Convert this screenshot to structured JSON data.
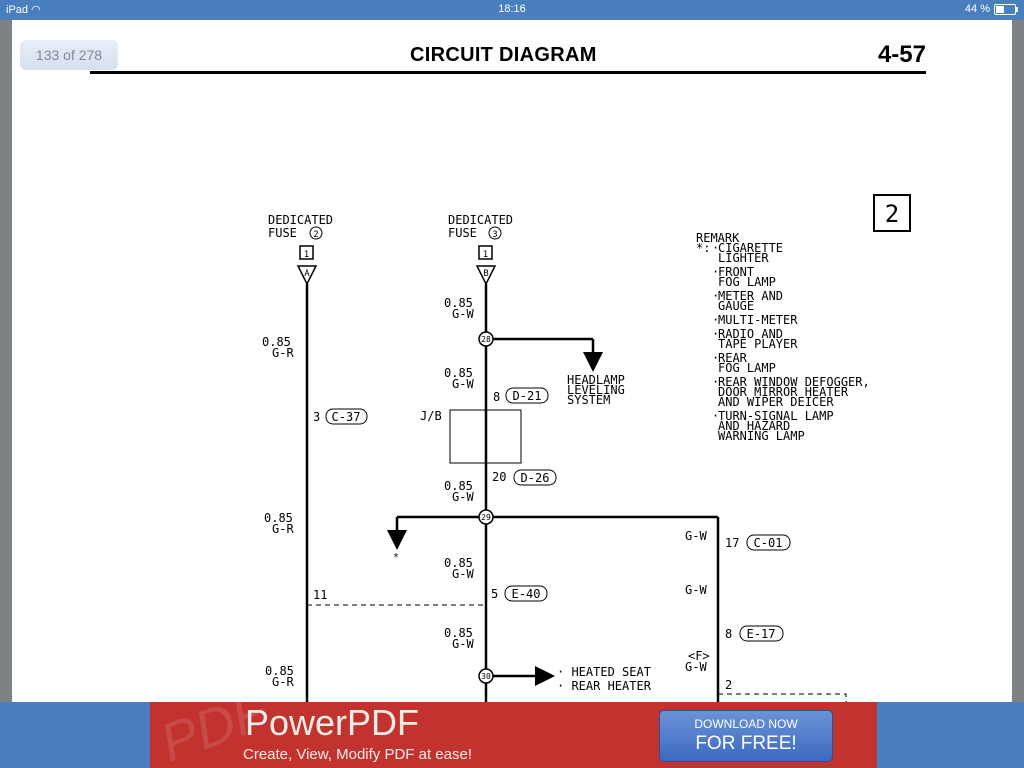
{
  "status_bar": {
    "device": "iPad",
    "time": "18:16",
    "battery": "44 %",
    "battery_level": 0.44
  },
  "viewer": {
    "page_indicator": "133 of 278"
  },
  "document": {
    "title": "CIRCUIT DIAGRAM",
    "page_number": "4-57",
    "sheet_number": "2",
    "fuses": [
      {
        "label_line1": "DEDICATED",
        "label_line2": "FUSE",
        "fuse_no": "2",
        "connector": "1",
        "terminal": "A"
      },
      {
        "label_line1": "DEDICATED",
        "label_line2": "FUSE",
        "fuse_no": "3",
        "connector": "1",
        "terminal": "B"
      }
    ],
    "wires": {
      "gr": "G-R",
      "gw": "G-W",
      "size": "0.85",
      "f_note": "<F>"
    },
    "junctions": [
      "28",
      "29",
      "30"
    ],
    "connectors": [
      {
        "pin": "3",
        "id": "C-37"
      },
      {
        "pin": "11",
        "id": ""
      },
      {
        "pin": "8",
        "id": "D-21"
      },
      {
        "pin": "20",
        "id": "D-26"
      },
      {
        "pin": "5",
        "id": "E-40"
      },
      {
        "pin": "17",
        "id": "C-01"
      },
      {
        "pin": "8",
        "id": "E-17"
      },
      {
        "pin": "2",
        "id": ""
      }
    ],
    "jb_label": "J/B",
    "headlamp": [
      "HEADLAMP",
      "LEVELING",
      "SYSTEM"
    ],
    "asterisk": "*",
    "outputs": [
      "· HEATED SEAT",
      "· REAR HEATER"
    ],
    "remark": {
      "title": "REMARK",
      "marker": "*:",
      "items": [
        [
          "CIGARETTE",
          "LIGHTER"
        ],
        [
          "FRONT",
          "FOG LAMP"
        ],
        [
          "METER AND",
          "GAUGE"
        ],
        [
          "MULTI-METER"
        ],
        [
          "RADIO AND",
          "TAPE PLAYER"
        ],
        [
          "REAR",
          "FOG LAMP"
        ],
        [
          "REAR WINDOW DEFOGGER,",
          "DOOR MIRROR HEATER",
          "AND WIPER DEICER"
        ],
        [
          "TURN-SIGNAL LAMP",
          "AND HAZARD",
          "WARNING LAMP"
        ]
      ]
    }
  },
  "ad": {
    "brand": "PowerPDF",
    "tagline": "Create, View, Modify PDF at ease!",
    "watermark": "PDF",
    "cta_line1": "DOWNLOAD NOW",
    "cta_line2": "FOR FREE!",
    "bg_color": "#c23330",
    "cta_color": "#4f7bcc"
  }
}
